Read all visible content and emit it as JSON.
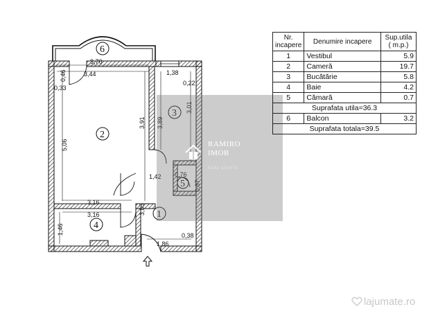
{
  "plan": {
    "rooms": [
      {
        "num": "1",
        "name": "Vestibul"
      },
      {
        "num": "2",
        "name": "Cameră"
      },
      {
        "num": "3",
        "name": "Bucătărie"
      },
      {
        "num": "4",
        "name": "Baie"
      },
      {
        "num": "5",
        "name": "Cămară"
      },
      {
        "num": "6",
        "name": "Balcon"
      }
    ],
    "dimensions": [
      "3,70",
      "0,46",
      "3,44",
      "1,38",
      "0,33",
      "0,22",
      "5,06",
      "3,91",
      "3,89",
      "3,01",
      "1,42",
      "0,76",
      "0,87",
      "3,16",
      "3,05",
      "3,16",
      "1,46",
      "1,86",
      "0,38"
    ]
  },
  "table": {
    "header": {
      "nr": "Nr. incapere",
      "name": "Denumire incapere",
      "area": "Sup.utila ( m.p.)"
    },
    "rows": [
      {
        "nr": "1",
        "name": "Vestibul",
        "area": "5.9"
      },
      {
        "nr": "2",
        "name": "Cameră",
        "area": "19.7"
      },
      {
        "nr": "3",
        "name": "Bucătărie",
        "area": "5.8"
      },
      {
        "nr": "4",
        "name": "Baie",
        "area": "4.2"
      },
      {
        "nr": "5",
        "name": "Cămară",
        "area": "0.7"
      }
    ],
    "useful_total": "Suprafata utila=36.3",
    "balcony": {
      "nr": "6",
      "name": "Balcon",
      "area": "3.2"
    },
    "grand_total": "Suprafata totala=39.5"
  },
  "watermark": {
    "line1": "RAMIRO",
    "line2": "IMOB",
    "line3": "REAL ESTATE"
  },
  "brand": {
    "text": "lajumate.ro"
  },
  "icons": {
    "logo": "house-logo-icon",
    "brand": "heart-icon",
    "entrance": "entrance-arrow-icon"
  },
  "colors": {
    "watermark": "#8a8a8a",
    "lines": "#111111"
  }
}
